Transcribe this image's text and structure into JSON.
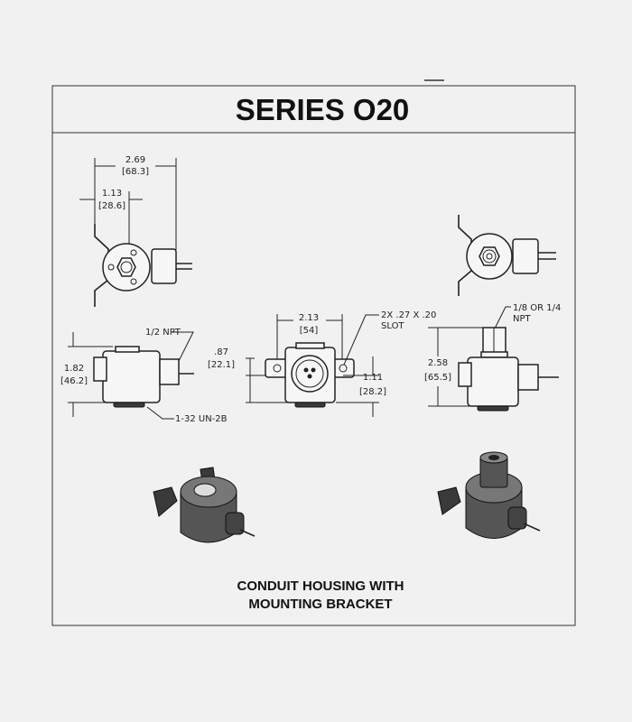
{
  "title": "SERIES O20",
  "caption": {
    "line1": "CONDUIT HOUSING WITH",
    "line2": "MOUNTING BRACKET"
  },
  "dimensions": {
    "overall_width": {
      "in": "2.69",
      "mm": "[68.3]"
    },
    "center_offset": {
      "in": "1.13",
      "mm": "[28.6]"
    },
    "height_conduit": {
      "in": "1.82",
      "mm": "[46.2]"
    },
    "conduit_thread": "1/2 NPT",
    "base_thread": "1-32 UN-2B",
    "bracket_height": {
      "in": ".87",
      "mm": "[22.1]"
    },
    "slot_spacing": {
      "in": "2.13",
      "mm": "[54]"
    },
    "slot": {
      "line1": "2X .27 X .20",
      "line2": "SLOT"
    },
    "bracket_offset": {
      "in": "1.11",
      "mm": "[28.2]"
    },
    "port_thread": {
      "line1": "1/8 OR 1/4",
      "line2": "NPT"
    },
    "height_port": {
      "in": "2.58",
      "mm": "[65.5]"
    }
  }
}
